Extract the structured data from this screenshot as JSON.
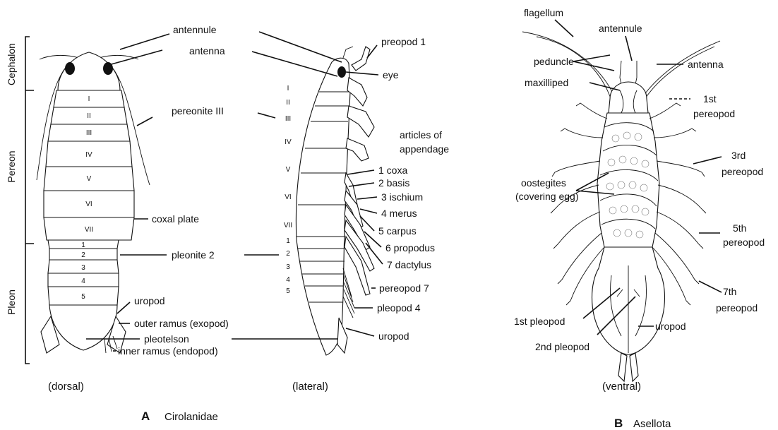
{
  "dorsal": {
    "regions": [
      "Cephalon",
      "Pereon",
      "Pleon"
    ],
    "pereonites": [
      "I",
      "II",
      "III",
      "IV",
      "V",
      "VI",
      "VII"
    ],
    "pleonites": [
      "1",
      "2",
      "3",
      "4",
      "5"
    ],
    "labels": {
      "antennule": "antennule",
      "antenna": "antenna",
      "pereonite": "pereonite III",
      "coxal_plate": "coxal plate",
      "pleonite": "pleonite 2",
      "uropod": "uropod",
      "outer_ramus": "outer ramus (exopod)",
      "pleotelson": "pleotelson",
      "inner_ramus": "inner ramus (endopod)"
    },
    "view": "(dorsal)"
  },
  "lateral": {
    "roman": [
      "I",
      "II",
      "III",
      "IV",
      "V",
      "VI",
      "VII"
    ],
    "arabic": [
      "1",
      "2",
      "3",
      "4",
      "5"
    ],
    "labels": {
      "preopod": "preopod 1",
      "eye": "eye",
      "articles_line1": "articles of",
      "articles_line2": "appendage",
      "pereopod7": "pereopod 7",
      "pleopod4": "pleopod 4",
      "uropod": "uropod"
    },
    "articles": [
      "1 coxa",
      "2 basis",
      "3 ischium",
      "4 merus",
      "5 carpus",
      "6 propodus",
      "7 dactylus"
    ],
    "view": "(lateral)"
  },
  "ventral": {
    "labels": {
      "flagellum": "flagellum",
      "antennule": "antennule",
      "peduncle": "peduncle",
      "antenna": "antenna",
      "maxilliped": "maxilliped",
      "p1_a": "1st",
      "p1_b": "pereopod",
      "p3_a": "3rd",
      "p3_b": "pereopod",
      "oost_a": "oostegites",
      "oost_b": "(covering egg)",
      "p5_a": "5th",
      "p5_b": "pereopod",
      "p7_a": "7th",
      "p7_b": "pereopod",
      "pl1": "1st pleopod",
      "uropod": "uropod",
      "pl2": "2nd pleopod"
    },
    "view": "(ventral)"
  },
  "captions": {
    "a_letter": "A",
    "a_name": "Cirolanidae",
    "b_letter": "B",
    "b_name": "Asellota"
  }
}
